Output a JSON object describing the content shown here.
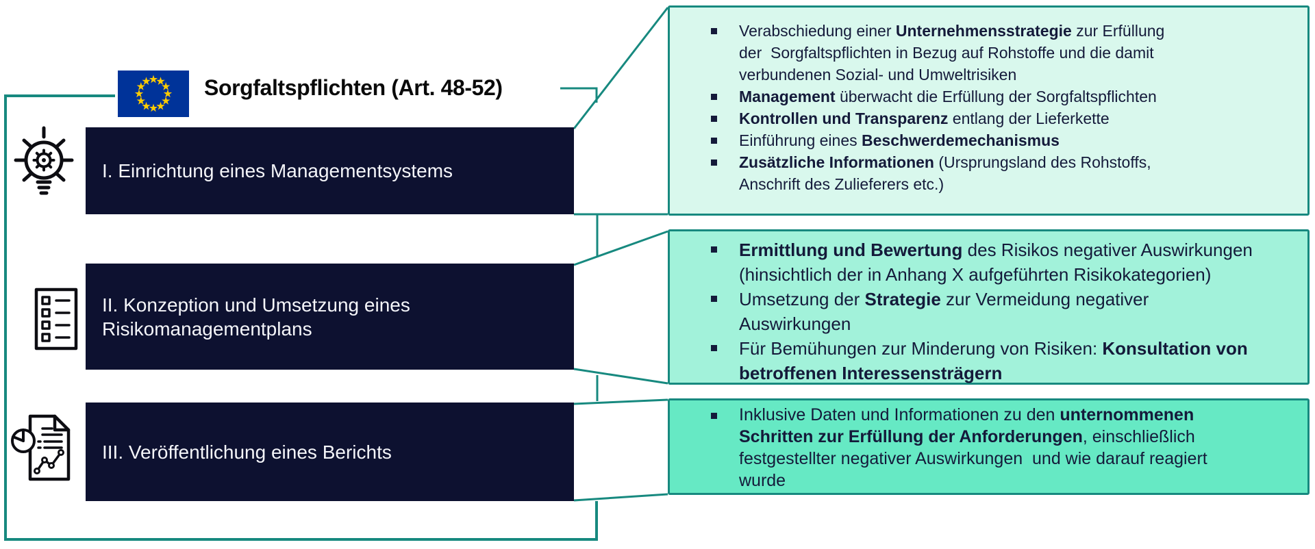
{
  "colors": {
    "teal_line": "#17897f",
    "navy_box": "#0d1130",
    "navy_text": "#141a3a",
    "box_text": "#f4f5f9",
    "title_text": "#0a0a0a",
    "callout1_bg": "#d9f8ed",
    "callout2_bg": "#a2f2da",
    "callout3_bg": "#66e9c4",
    "flag_blue": "#003399",
    "flag_gold": "#ffcc00"
  },
  "header": {
    "title": "Sorgfaltspflichten (Art. 48-52)",
    "flag_icon": "eu-flag"
  },
  "steps": [
    {
      "label": "I. Einrichtung eines Managementsystems",
      "icon": "lightbulb-gear-icon"
    },
    {
      "label": "II. Konzeption und Umsetzung eines Risikomanagementplans",
      "icon": "checklist-icon"
    },
    {
      "label": "III. Veröffentlichung eines Berichts",
      "icon": "report-chart-icon"
    }
  ],
  "callouts": [
    {
      "bullets": [
        [
          {
            "t": "Verabschiedung einer "
          },
          {
            "t": "Unternehmensstrategie",
            "b": true
          },
          {
            "t": " zur Erfüllung\nder  Sorgfaltspflichten in Bezug auf Rohstoffe und die damit\nverbundenen Sozial- und Umweltrisiken"
          }
        ],
        [
          {
            "t": "Management",
            "b": true
          },
          {
            "t": " überwacht die Erfüllung der Sorgfaltspflichten"
          }
        ],
        [
          {
            "t": "Kontrollen und Transparenz",
            "b": true
          },
          {
            "t": " entlang der Lieferkette"
          }
        ],
        [
          {
            "t": "Einführung eines "
          },
          {
            "t": "Beschwerdemechanismus",
            "b": true
          }
        ],
        [
          {
            "t": "Zusätzliche Informationen",
            "b": true
          },
          {
            "t": " (Ursprungsland des Rohstoffs,\nAnschrift des Zulieferers etc.)"
          }
        ]
      ]
    },
    {
      "bullets": [
        [
          {
            "t": "Ermittlung und Bewertung",
            "b": true
          },
          {
            "t": " des Risikos negativer Auswirkungen\n(hinsichtlich der in Anhang X aufgeführten Risikokategorien)"
          }
        ],
        [
          {
            "t": "Umsetzung der "
          },
          {
            "t": "Strategie",
            "b": true
          },
          {
            "t": " zur Vermeidung negativer\nAuswirkungen"
          }
        ],
        [
          {
            "t": "Für Bemühungen zur Minderung von Risiken: "
          },
          {
            "t": "Konsultation von\nbetroffenen Interessensträgern",
            "b": true
          }
        ]
      ]
    },
    {
      "bullets": [
        [
          {
            "t": "Inklusive Daten und Informationen zu den "
          },
          {
            "t": "unternommenen\nSchritten zur Erfüllung der Anforderungen",
            "b": true
          },
          {
            "t": ", einschließlich\nfestgestellter negativer Auswirkungen  und wie darauf reagiert\nwurde"
          }
        ]
      ]
    }
  ]
}
